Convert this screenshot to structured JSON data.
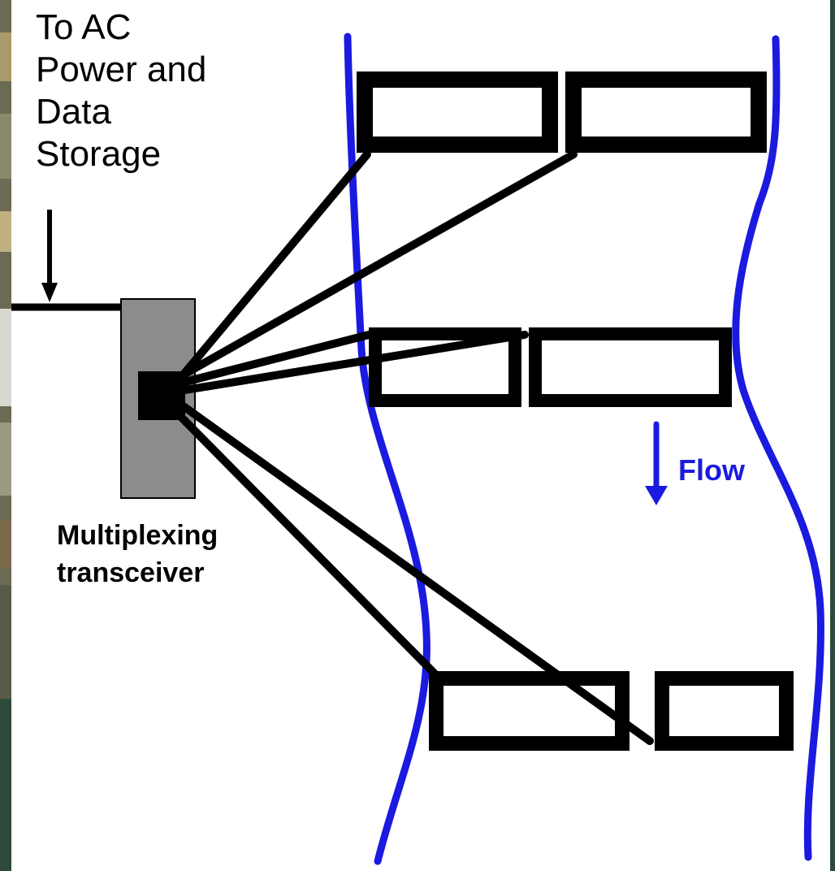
{
  "labels": {
    "power_lines": [
      "To AC",
      "Power and",
      "Data",
      "Storage"
    ],
    "mux_lines": [
      "Multiplexing",
      "transceiver"
    ],
    "flow": "Flow"
  },
  "colors": {
    "background_frame": "#2f4a3c",
    "channel_banks": "#1a1ae0",
    "flow_label": "#1a1ae0",
    "transceiver_box": "#8c8c8c",
    "cables": "#000000"
  },
  "components": {
    "transceiver": "transceiver-box",
    "hub": "multiplexer-hub",
    "sensor_count": 6
  }
}
